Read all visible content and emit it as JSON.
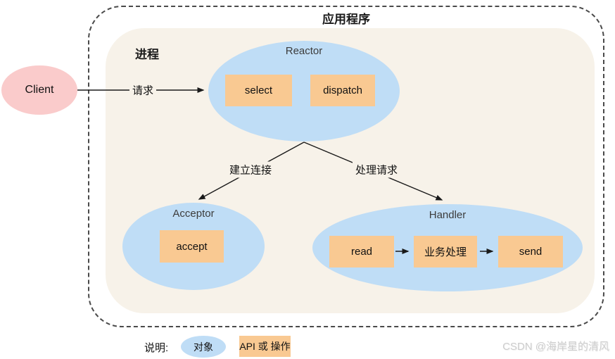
{
  "app": {
    "title": "应用程序"
  },
  "process": {
    "label": "进程"
  },
  "client": {
    "label": "Client"
  },
  "edges": {
    "request": "请求",
    "establish": "建立连接",
    "handle": "处理请求"
  },
  "reactor": {
    "title": "Reactor",
    "boxes": [
      "select",
      "dispatch"
    ]
  },
  "acceptor": {
    "title": "Acceptor",
    "boxes": [
      "accept"
    ]
  },
  "handler": {
    "title": "Handler",
    "boxes": [
      "read",
      "业务处理",
      "send"
    ]
  },
  "legend": {
    "caption": "说明:",
    "object_label": "对象",
    "api_label": "API 或 操作"
  },
  "watermark": "CSDN @海岸星的清风",
  "colors": {
    "object_fill": "#bfddf6",
    "api_fill": "#f9c992",
    "client_fill": "#facbcb",
    "process_fill": "#f7f2e9",
    "boundary_dash": "#4a4a4a",
    "arrow": "#1a1a1a",
    "watermark_text": "#cdcdcd"
  }
}
